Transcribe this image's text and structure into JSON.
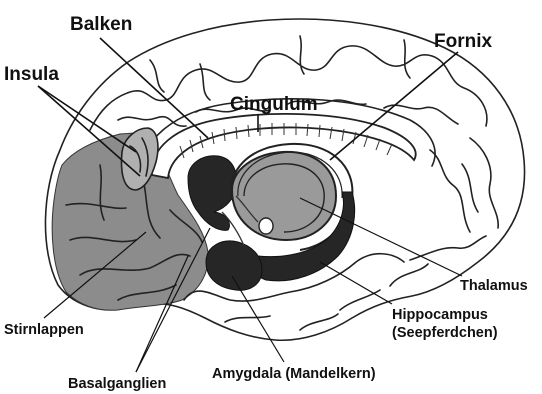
{
  "labels": {
    "balken": "Balken",
    "insula": "Insula",
    "fornix": "Fornix",
    "cingulum": "Cingulum",
    "thalamus": "Thalamus",
    "hippocampus_line1": "Hippocampus",
    "hippocampus_line2": "(Seepferdchen)",
    "stirnlappen": "Stirnlappen",
    "amygdala": "Amygdala (Mandelkern)",
    "basalganglien": "Basalganglien"
  },
  "colors": {
    "frontal_lobe_shading": "#8c8c8c",
    "insula_shading": "#b0b0b0",
    "dark_structures": "#262626",
    "outline": "#222222"
  }
}
